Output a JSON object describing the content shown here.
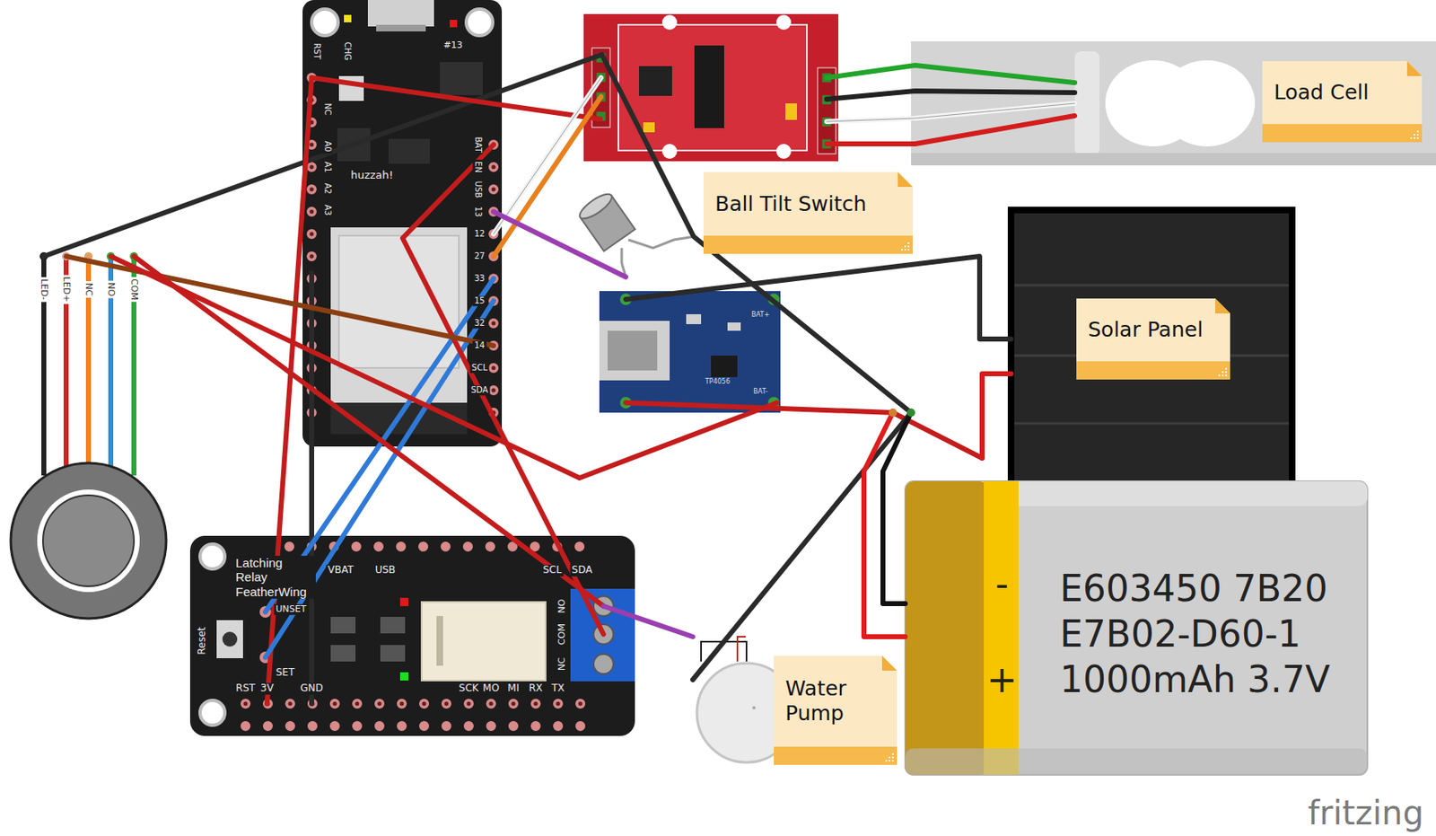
{
  "diagram": {
    "nodes": [
      {
        "text": [
          "Load Cell"
        ]
      },
      {
        "text": [
          "Ball Tilt Switch"
        ]
      },
      {
        "text": [
          "Solar Panel"
        ]
      },
      {
        "text": [
          "Water Pump"
        ]
      }
    ],
    "labels": [
      "RST",
      "CHG",
      "#13",
      "NC",
      "A0",
      "A1",
      "A2",
      "A3",
      "huzzah!",
      "BAT",
      "EN",
      "USB",
      "13",
      "12",
      "27",
      "33",
      "15",
      "32",
      "14",
      "SCL",
      "SDA",
      "LED-",
      "LED+",
      "NC",
      "NO",
      "COM",
      "TP4056",
      "BAT+",
      "BAT-",
      "Latching Relay FeatherWing",
      "Reset",
      "VBAT",
      "USB",
      "SCL",
      "SDA",
      "UNSET",
      "SET",
      "RST",
      "3V",
      "GND",
      "SCK",
      "MO",
      "MI",
      "RX",
      "TX",
      "NO",
      "COM",
      "NC",
      "-",
      "E603450 7B20",
      "E7B02-D60-1",
      "+",
      "1000mAh 3.7V",
      "fritzing"
    ]
  }
}
